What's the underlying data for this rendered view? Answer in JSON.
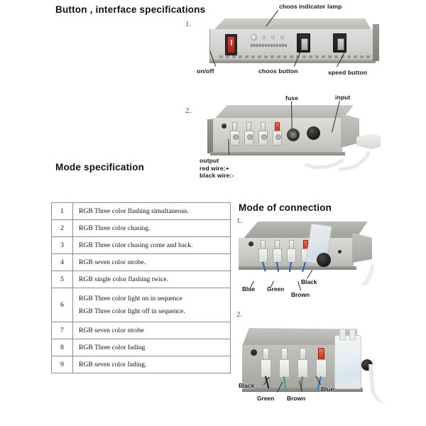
{
  "document": {
    "background_color": "#ffffff"
  },
  "sections": {
    "button_interface": {
      "heading": "Button , interface specifications",
      "figure_1": {
        "number": "1.",
        "callouts": {
          "indicator_lamp": "choos indicator lamp",
          "on_off": "on/off",
          "choos_button": "choos button",
          "speed_button": "speed button"
        }
      },
      "figure_2": {
        "number": "2.",
        "callouts": {
          "fuse": "fuse",
          "input": "input",
          "output_line_1": "output",
          "output_line_2": "red wire:+",
          "output_line_3": "black  wire:-"
        }
      }
    },
    "mode_specification": {
      "heading": "Mode specification",
      "table": {
        "rows": [
          {
            "num": "1",
            "desc": "RGB Three color flashing simultaneous.",
            "desc2": null
          },
          {
            "num": "2",
            "desc": "RGB Three color chasing.",
            "desc2": null
          },
          {
            "num": "3",
            "desc": "RGB Three color chasing come and back.",
            "desc2": null
          },
          {
            "num": "4",
            "desc": "RGB seven color strobe.",
            "desc2": null
          },
          {
            "num": "5",
            "desc": "RGB single color flashing twice.",
            "desc2": null
          },
          {
            "num": "6",
            "desc": "RGB Three color light on in sequence",
            "desc2": "RGB Three color light off in sequence."
          },
          {
            "num": "7",
            "desc": "RGB seven color strobe",
            "desc2": null
          },
          {
            "num": "8",
            "desc": "RGB Three color fading",
            "desc2": null
          },
          {
            "num": "9",
            "desc": "RGB seven color fading.",
            "desc2": null
          }
        ]
      }
    },
    "mode_of_connection": {
      "heading": "Mode of connection",
      "figure_1": {
        "number": "1.",
        "wire_labels": {
          "blue": "Blue",
          "green": "Green",
          "brown": "Brown",
          "black": "Black"
        }
      },
      "figure_2": {
        "number": "2.",
        "wire_labels": {
          "black": "Black",
          "green": "Green",
          "brown": "Brown",
          "blue": "Blue"
        }
      }
    }
  },
  "colors": {
    "wire_blue": "#2f78c4",
    "wire_green": "#3f9f86",
    "wire_brown": "#8a6a4a",
    "wire_black": "#1c1c1c",
    "terminal_red": "#c72a16",
    "enclosure_grey": "#cacac7",
    "table_border": "#8d8d8d"
  }
}
